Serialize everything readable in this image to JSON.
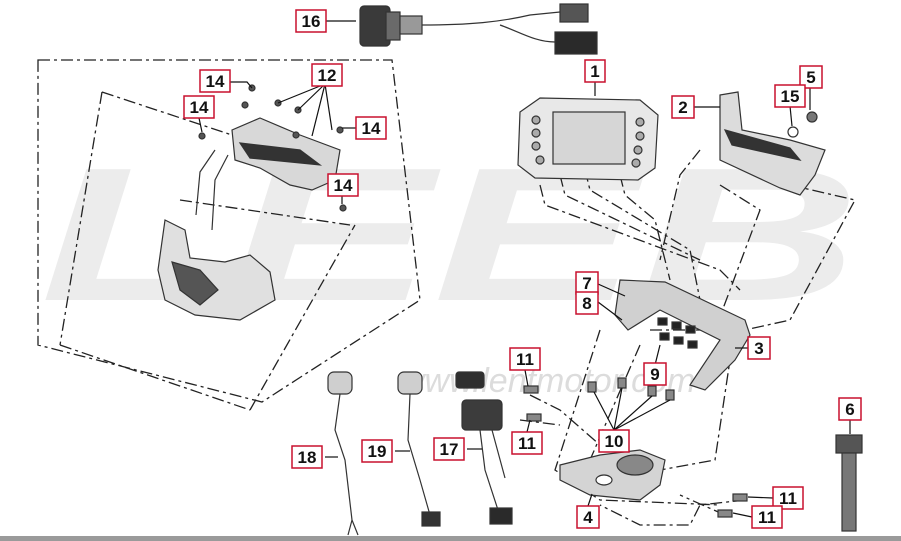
{
  "watermark": {
    "brand": "LEEB",
    "url": "www.lentmotor.com"
  },
  "callouts": [
    "1",
    "2",
    "3",
    "4",
    "5",
    "6",
    "7",
    "8",
    "9",
    "10",
    "11",
    "12",
    "14",
    "15",
    "16",
    "17",
    "18",
    "19"
  ],
  "colors": {
    "callout_border": "#c8102e",
    "watermark": "#ececec",
    "line": "#222222"
  }
}
